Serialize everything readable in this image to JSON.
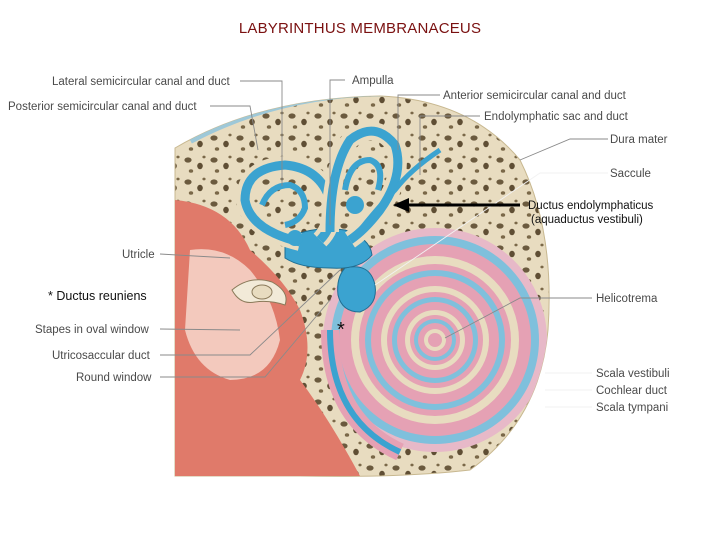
{
  "title": "LABYRINTHUS MEMBRANACEUS",
  "labels": {
    "lateral_canal": "Lateral semicircular canal and duct",
    "posterior_canal": "Posterior semicircular canal and duct",
    "ampulla": "Ampulla",
    "anterior_canal": "Anterior semicircular canal and duct",
    "endolymphatic_sac": "Endolymphatic sac and duct",
    "dura_mater": "Dura mater",
    "saccule": "Saccule",
    "utricle": "Utricle",
    "helicotrema": "Helicotrema",
    "stapes": "Stapes in oval window",
    "utricosaccular": "Utricosaccular duct",
    "round_window": "Round window",
    "scala_vestibuli": "Scala vestibuli",
    "cochlear_duct": "Cochlear duct",
    "scala_tympani": "Scala tympani"
  },
  "annotations": {
    "ductus_line1": "Ductus endolymphaticus",
    "ductus_line2": "(aquaductus vestibuli)",
    "ductus_reuniens": "* Ductus reuniens",
    "asterisk": "*"
  },
  "colors": {
    "title": "#7a1010",
    "bone": "#e8dcc0",
    "bone_pores": "#6b5a3e",
    "membranous_duct": "#3ba3d0",
    "tissue_red": "#e07a6a",
    "cochlea_pink": "#e5a1b4",
    "cochlea_blue": "#7fc0dc"
  }
}
